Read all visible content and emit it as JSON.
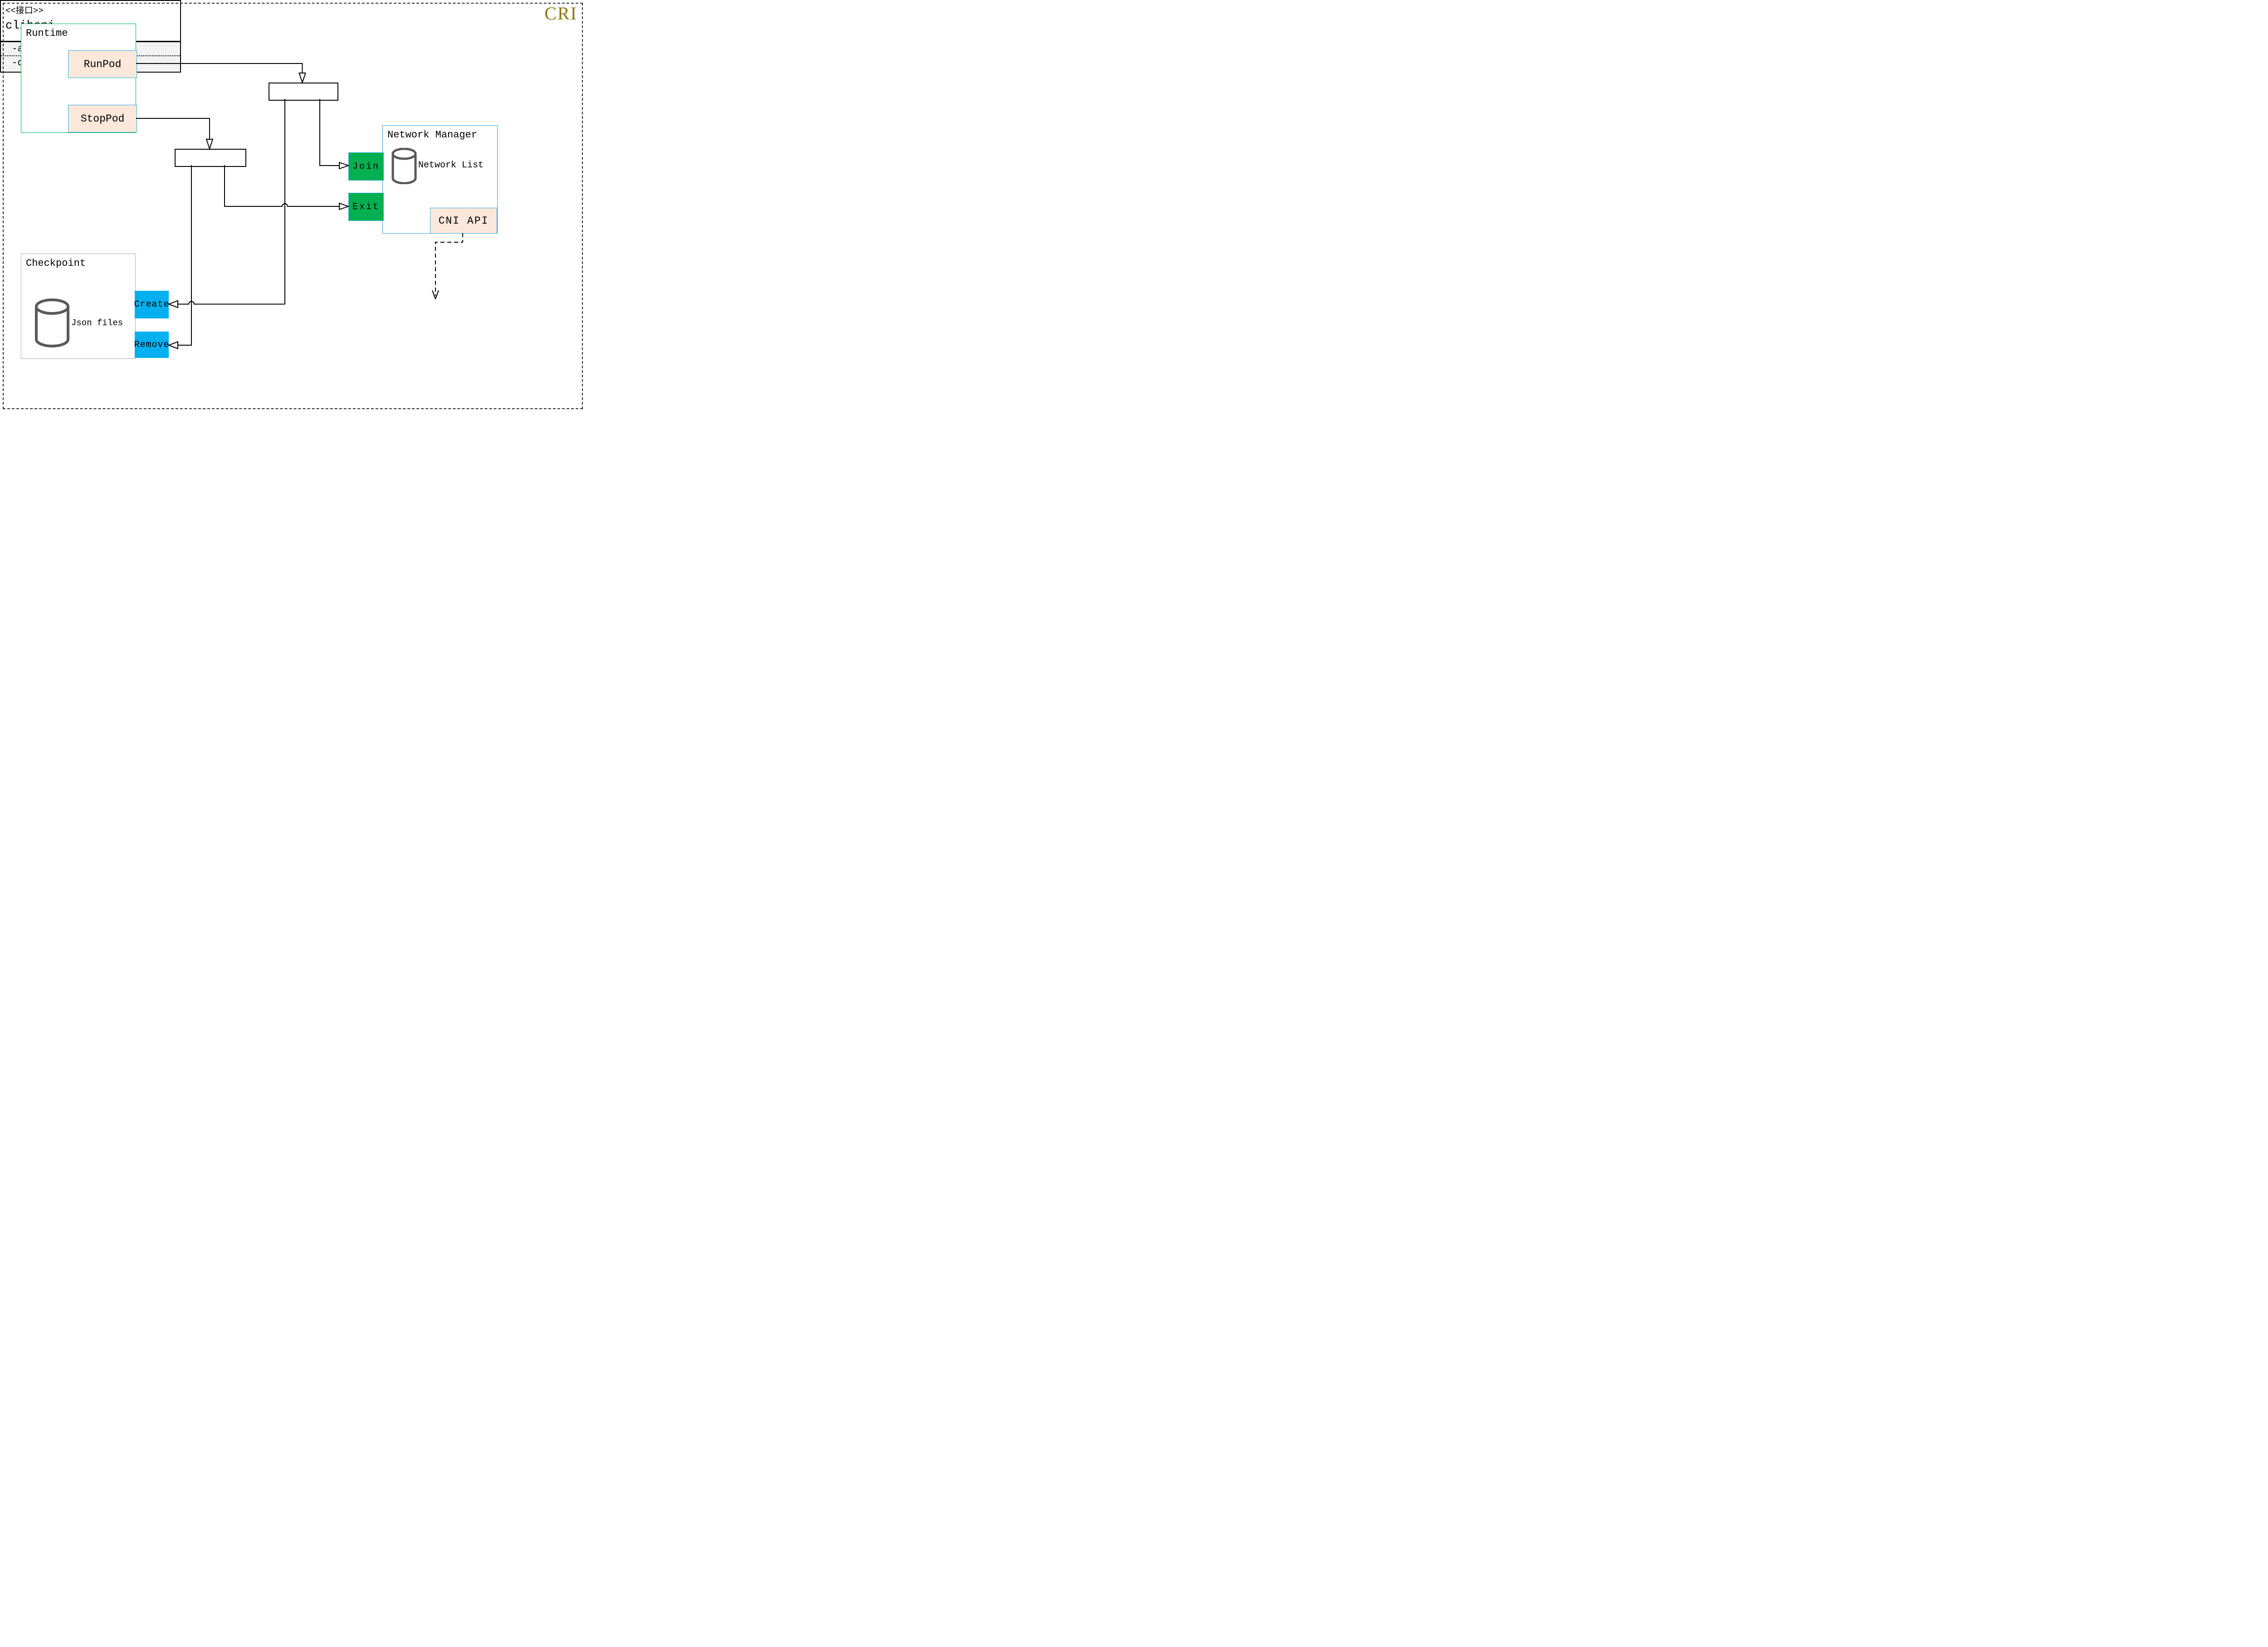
{
  "badge": {
    "label": "CRI",
    "color": "#8E7612"
  },
  "colors": {
    "runtime_border": "#00B050",
    "network_manager_border": "#2E9FDC",
    "checkpoint_border": "#B3A2C7",
    "peach_fill": "#FCE8DB",
    "peach_border": "#29ABE2",
    "green_fill": "#00B050",
    "cyan_fill": "#00B0F0",
    "attrs_fill": "#F2F2F2",
    "cylinder_stroke": "#595959"
  },
  "icons": {
    "network_list_store": "database-cylinder-icon",
    "json_files_store": "database-cylinder-icon"
  },
  "nodes": {
    "runtime": {
      "label": "Runtime",
      "ports": {
        "runpod": "RunPod",
        "stoppod": "StopPod"
      }
    },
    "network_manager": {
      "label": "Network Manager",
      "store_label": "Network List",
      "ports": {
        "join": "Join",
        "exit": "Exit",
        "cni_api": "CNI API"
      }
    },
    "checkpoint": {
      "label": "Checkpoint",
      "store_label": "Json files",
      "ports": {
        "create": "Create",
        "remove": "Remove"
      }
    },
    "clibcni": {
      "stereotype": "<<接口>>",
      "name": "clibcni",
      "methods": [
        "-add_network_list",
        "-del_network_list"
      ]
    }
  }
}
